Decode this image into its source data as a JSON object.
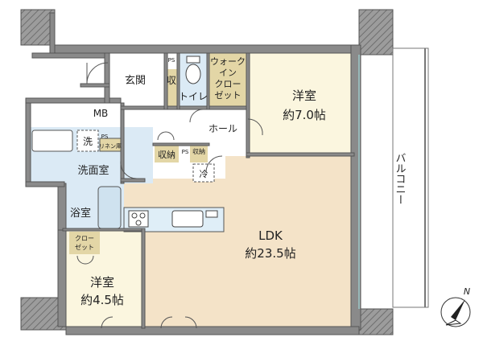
{
  "rooms": {
    "entrance": "玄関",
    "storage1": "収納",
    "toilet": "トイレ",
    "wic": [
      "ウォーク",
      "イン",
      "クロー",
      "ゼット"
    ],
    "western1": {
      "name": "洋室",
      "size": "約7.0帖"
    },
    "hall": "ホール",
    "mb": "MB",
    "wash": "洗",
    "linen": "リネン庫",
    "ps": "PS",
    "storage2": "収納",
    "storage3": "収納",
    "fridge": "冷",
    "washroom": "洗面室",
    "bath": "浴室",
    "closet": [
      "クロー",
      "ゼット"
    ],
    "western2": {
      "name": "洋室",
      "size": "約4.5帖"
    },
    "ldk": {
      "name": "LDK",
      "size": "約23.5帖"
    },
    "balcony": "バルコニー"
  },
  "compass": {
    "label": "N"
  },
  "colors": {
    "wall": "#8a8a8a",
    "room": "#fbf6df",
    "ldk": "#f4e3c8",
    "water": "#dbeaf5",
    "storage": "#e3d6a6",
    "bath": "#cfe2ef"
  }
}
